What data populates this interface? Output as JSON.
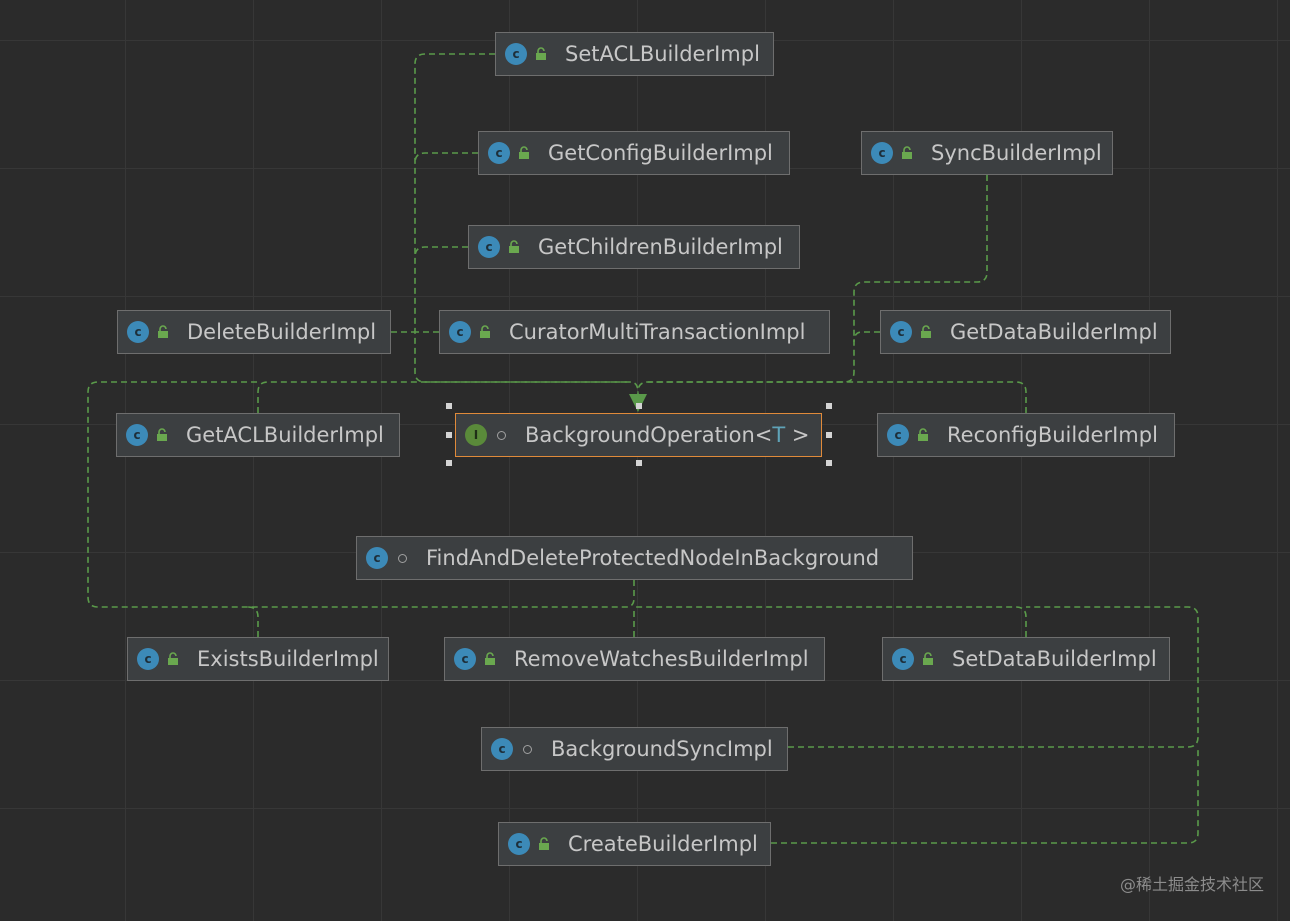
{
  "diagram": {
    "target": {
      "name": "BackgroundOperation",
      "type_param_open": "<",
      "type_param": "T",
      "type_param_close": ">",
      "kind": "interface"
    },
    "nodes": [
      {
        "name": "SetACLBuilderImpl",
        "kind": "class",
        "visibility": "public"
      },
      {
        "name": "GetConfigBuilderImpl",
        "kind": "class",
        "visibility": "public"
      },
      {
        "name": "SyncBuilderImpl",
        "kind": "class",
        "visibility": "public"
      },
      {
        "name": "GetChildrenBuilderImpl",
        "kind": "class",
        "visibility": "public"
      },
      {
        "name": "DeleteBuilderImpl",
        "kind": "class",
        "visibility": "public"
      },
      {
        "name": "CuratorMultiTransactionImpl",
        "kind": "class",
        "visibility": "public"
      },
      {
        "name": "GetDataBuilderImpl",
        "kind": "class",
        "visibility": "public"
      },
      {
        "name": "GetACLBuilderImpl",
        "kind": "class",
        "visibility": "public"
      },
      {
        "name": "ReconfigBuilderImpl",
        "kind": "class",
        "visibility": "public"
      },
      {
        "name": "FindAndDeleteProtectedNodeInBackground",
        "kind": "class",
        "visibility": "package"
      },
      {
        "name": "ExistsBuilderImpl",
        "kind": "class",
        "visibility": "public"
      },
      {
        "name": "RemoveWatchesBuilderImpl",
        "kind": "class",
        "visibility": "public"
      },
      {
        "name": "SetDataBuilderImpl",
        "kind": "class",
        "visibility": "public"
      },
      {
        "name": "BackgroundSyncImpl",
        "kind": "class",
        "visibility": "package"
      },
      {
        "name": "CreateBuilderImpl",
        "kind": "class",
        "visibility": "public"
      }
    ],
    "relation": "implements",
    "colors": {
      "edge": "#5a9a4a",
      "node_bg": "#3c3f41",
      "node_border": "#6e6e6e",
      "selected_border": "#e08a3a",
      "class_icon": "#3c8ab8",
      "interface_icon": "#5a8a3a",
      "text": "#c7c7c7"
    }
  },
  "watermark": "@稀土掘金技术社区"
}
